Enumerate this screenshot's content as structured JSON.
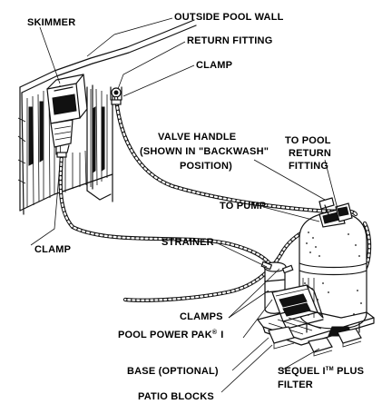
{
  "labels": {
    "skimmer": "SKIMMER",
    "outside_pool_wall": "OUTSIDE POOL WALL",
    "return_fitting": "RETURN FITTING",
    "clamp_top": "CLAMP",
    "valve_handle_line1": "VALVE HANDLE",
    "valve_handle_line2": "(SHOWN IN \"BACKWASH\"",
    "valve_handle_line3": "POSITION)",
    "to_pool_line1": "TO POOL",
    "to_pool_line2": "RETURN",
    "to_pool_line3": "FITTING",
    "to_pump": "TO PUMP",
    "clamp_left": "CLAMP",
    "strainer": "STRAINER",
    "clamps": "CLAMPS",
    "pool_power_pak": "POOL POWER PAK",
    "pool_power_pak_mark": "®",
    "pool_power_pak_suffix": "I",
    "base": "BASE (OPTIONAL)",
    "patio_blocks": "PATIO BLOCKS",
    "sequel_line1_a": "SEQUEL I",
    "sequel_tm": "TM",
    "sequel_line1_b": " PLUS",
    "sequel_line2": "FILTER"
  },
  "colors": {
    "ink": "#111111",
    "paper": "#ffffff"
  }
}
